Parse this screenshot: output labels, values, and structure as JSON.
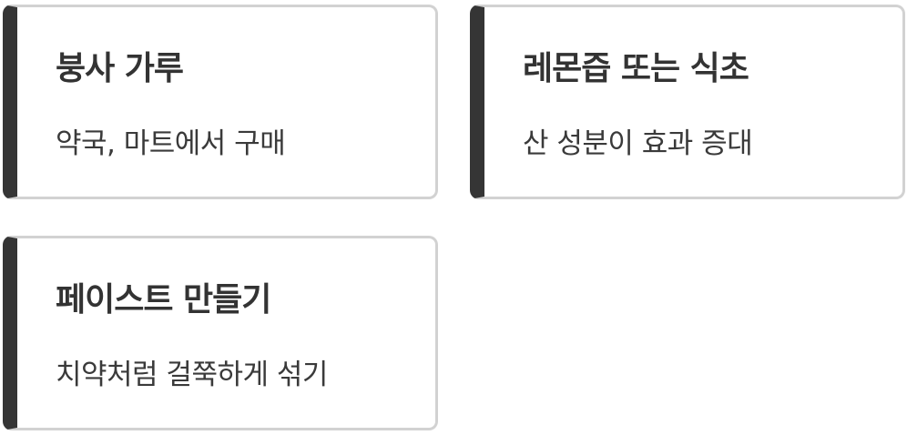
{
  "cards": [
    {
      "title": "붕사 가루",
      "description": "약국, 마트에서 구매"
    },
    {
      "title": "레몬즙 또는 식초",
      "description": "산 성분이 효과 증대"
    },
    {
      "title": "페이스트 만들기",
      "description": "치약처럼 걸쭉하게 섞기"
    }
  ],
  "colors": {
    "accent_bar": "#353535",
    "card_border": "#d2d2d2",
    "title_text": "#333333",
    "description_text": "#3a3a3a",
    "background": "#ffffff"
  }
}
